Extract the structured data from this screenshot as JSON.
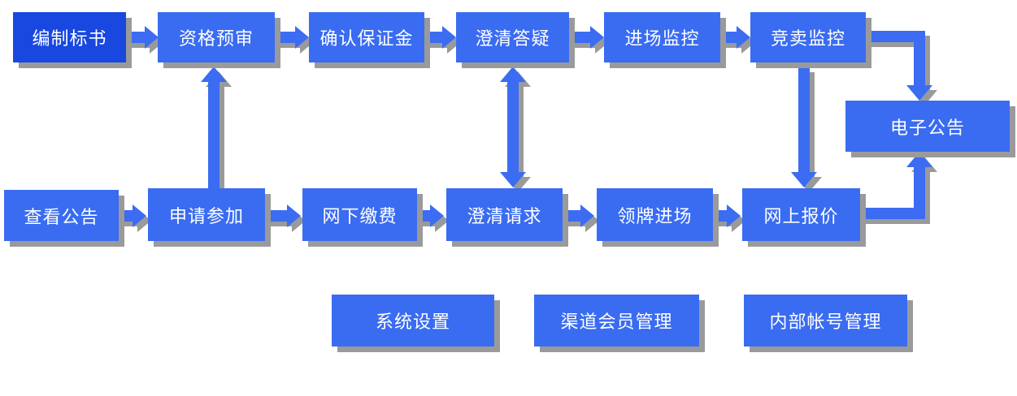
{
  "colors": {
    "box": "#3a6cf2",
    "box_highlight": "#1848e0",
    "arrow": "#3a6cf2",
    "shadow": "#9a9a9a",
    "text": "#ffffff"
  },
  "steps": {
    "compile_bid": "编制标书",
    "prequalification": "资格预审",
    "confirm_deposit": "确认保证金",
    "clarify_answer": "澄清答疑",
    "entry_monitor": "进场监控",
    "auction_monitor": "竞卖监控",
    "e_announcement": "电子公告",
    "view_announcement": "查看公告",
    "apply_join": "申请参加",
    "offline_payment": "网下缴费",
    "clarify_request": "澄清请求",
    "get_badge_entry": "领牌进场",
    "online_quote": "网上报价"
  },
  "admin": {
    "system_settings": "系统设置",
    "channel_member_mgmt": "渠道会员管理",
    "internal_account_mgmt": "内部帐号管理"
  }
}
